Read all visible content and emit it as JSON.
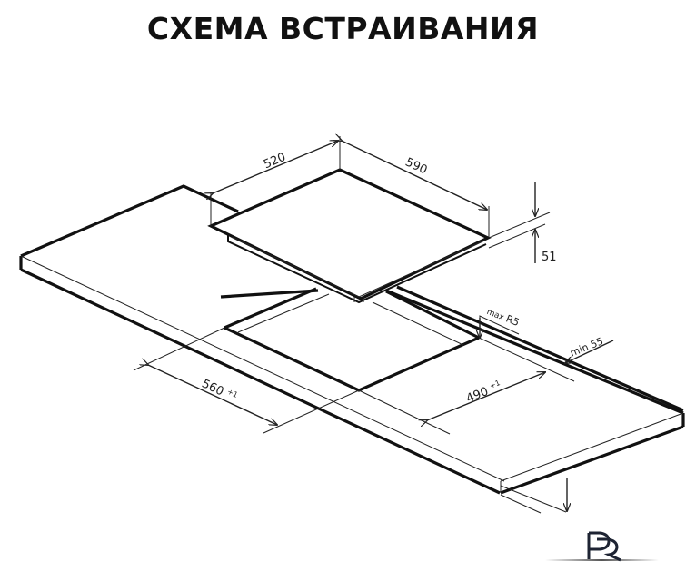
{
  "title": "СХЕМА ВСТРАИВАНИЯ",
  "dimensions": {
    "hob_depth": "520",
    "hob_width": "590",
    "hob_height": "51",
    "cutout_width": "560",
    "cutout_width_tol": "+1",
    "cutout_depth": "490",
    "cutout_depth_tol": "+1",
    "corner_radius": "max R5",
    "edge_distance": "min 55"
  },
  "logo": {
    "text": "PR"
  },
  "colors": {
    "line": "#111111",
    "background": "#ffffff"
  }
}
